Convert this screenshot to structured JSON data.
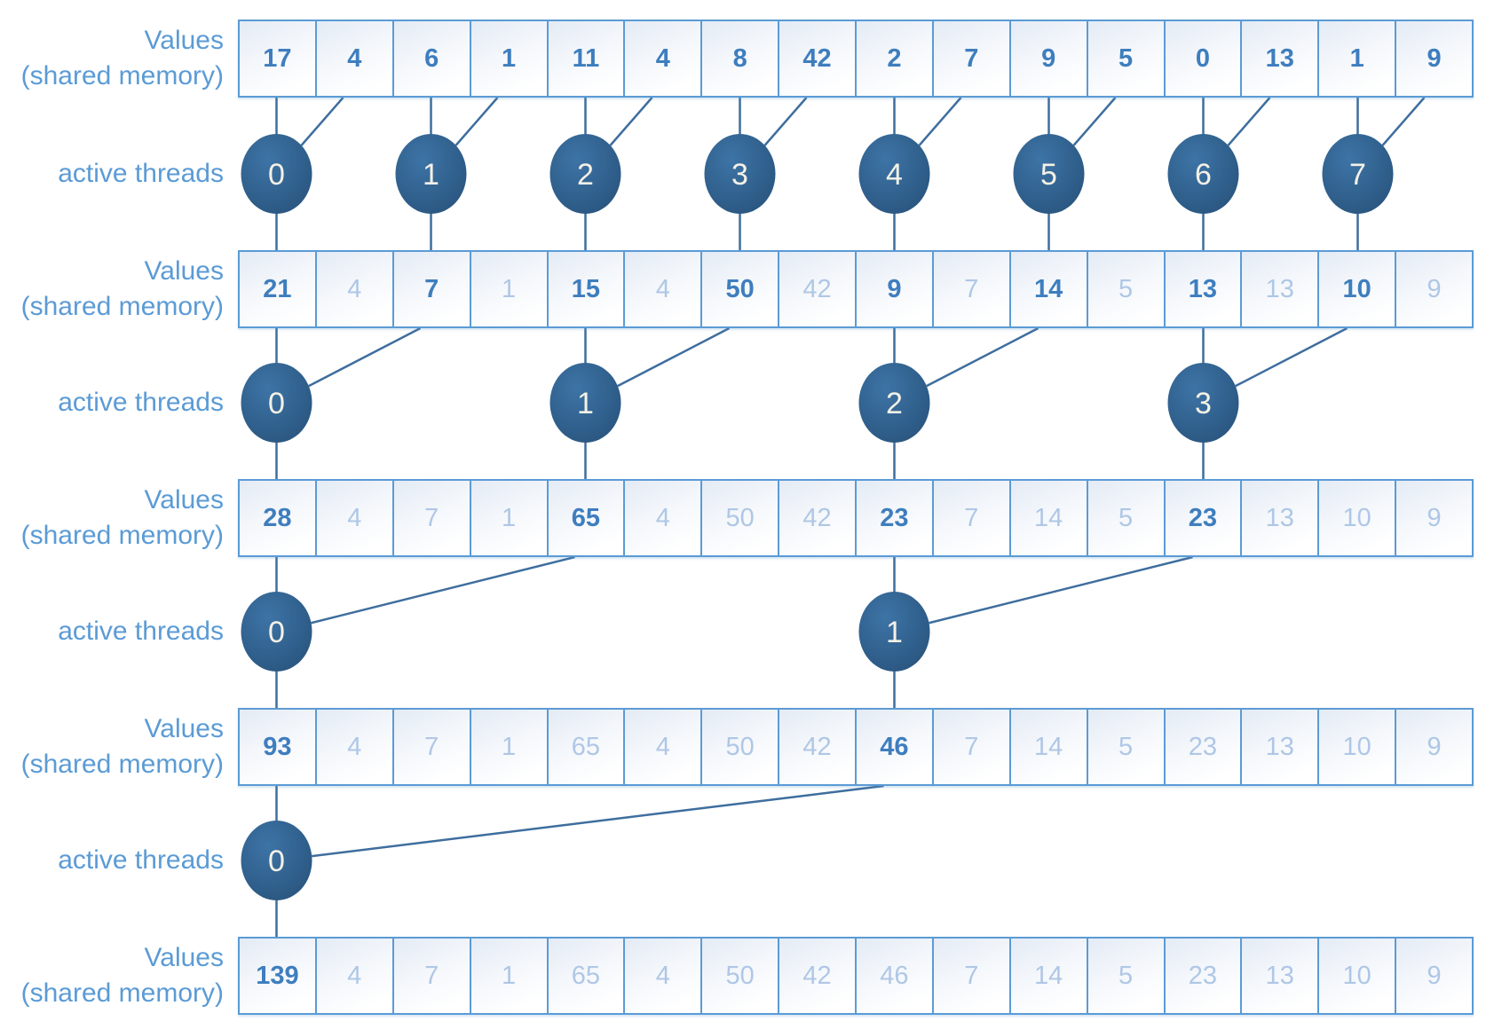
{
  "labels": {
    "values_line1": "Values",
    "values_line2": "(shared memory)",
    "active_threads": "active threads"
  },
  "colors": {
    "accent": "#5b9bd5",
    "value_active": "#3e7ebe",
    "value_stale": "#afc7e6",
    "connector": "#3e6e9e",
    "circle_center": "#3d74a6",
    "circle_edge": "#2a5680",
    "circle_text": "#f4f1e7"
  },
  "memory_rows": [
    {
      "values": [
        "17",
        "4",
        "6",
        "1",
        "11",
        "4",
        "8",
        "42",
        "2",
        "7",
        "9",
        "5",
        "0",
        "13",
        "1",
        "9"
      ],
      "active_cells": [
        0,
        1,
        2,
        3,
        4,
        5,
        6,
        7,
        8,
        9,
        10,
        11,
        12,
        13,
        14,
        15
      ]
    },
    {
      "values": [
        "21",
        "4",
        "7",
        "1",
        "15",
        "4",
        "50",
        "42",
        "9",
        "7",
        "14",
        "5",
        "13",
        "13",
        "10",
        "9"
      ],
      "active_cells": [
        0,
        2,
        4,
        6,
        8,
        10,
        12,
        14
      ]
    },
    {
      "values": [
        "28",
        "4",
        "7",
        "1",
        "65",
        "4",
        "50",
        "42",
        "23",
        "7",
        "14",
        "5",
        "23",
        "13",
        "10",
        "9"
      ],
      "active_cells": [
        0,
        4,
        8,
        12
      ]
    },
    {
      "values": [
        "93",
        "4",
        "7",
        "1",
        "65",
        "4",
        "50",
        "42",
        "46",
        "7",
        "14",
        "5",
        "23",
        "13",
        "10",
        "9"
      ],
      "active_cells": [
        0,
        8
      ]
    },
    {
      "values": [
        "139",
        "4",
        "7",
        "1",
        "65",
        "4",
        "50",
        "42",
        "46",
        "7",
        "14",
        "5",
        "23",
        "13",
        "10",
        "9"
      ],
      "active_cells": [
        0
      ]
    }
  ],
  "thread_rows": [
    {
      "ids": [
        "0",
        "1",
        "2",
        "3",
        "4",
        "5",
        "6",
        "7"
      ],
      "cells": [
        0,
        2,
        4,
        6,
        8,
        10,
        12,
        14
      ],
      "partners": [
        1,
        3,
        5,
        7,
        9,
        11,
        13,
        15
      ]
    },
    {
      "ids": [
        "0",
        "1",
        "2",
        "3"
      ],
      "cells": [
        0,
        4,
        8,
        12
      ],
      "partners": [
        2,
        6,
        10,
        14
      ]
    },
    {
      "ids": [
        "0",
        "1"
      ],
      "cells": [
        0,
        8
      ],
      "partners": [
        4,
        12
      ]
    },
    {
      "ids": [
        "0"
      ],
      "cells": [
        0
      ],
      "partners": [
        8
      ]
    }
  ]
}
